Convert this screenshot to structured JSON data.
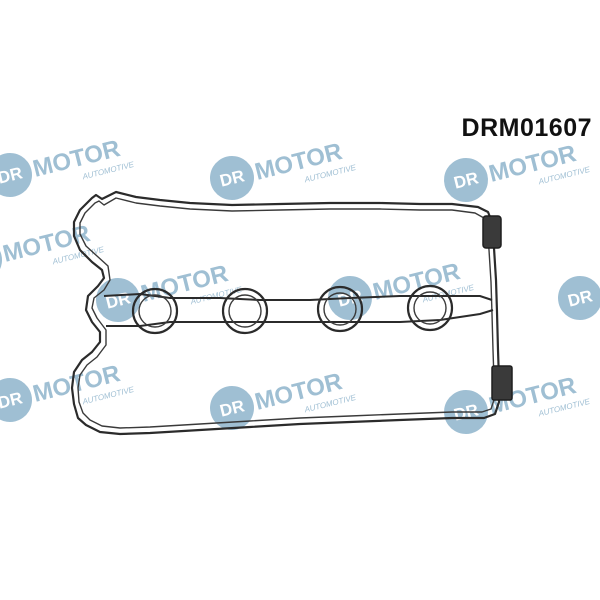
{
  "product": {
    "part_code": "DRM01607"
  },
  "watermark": {
    "brand_text": "MOTOR",
    "badge_text": "DR",
    "tagline": "AUTOMOTIVE",
    "color": "#8fb4cc"
  },
  "gasket": {
    "color": "#2b2b2b",
    "spark_plug_seals": 4
  }
}
